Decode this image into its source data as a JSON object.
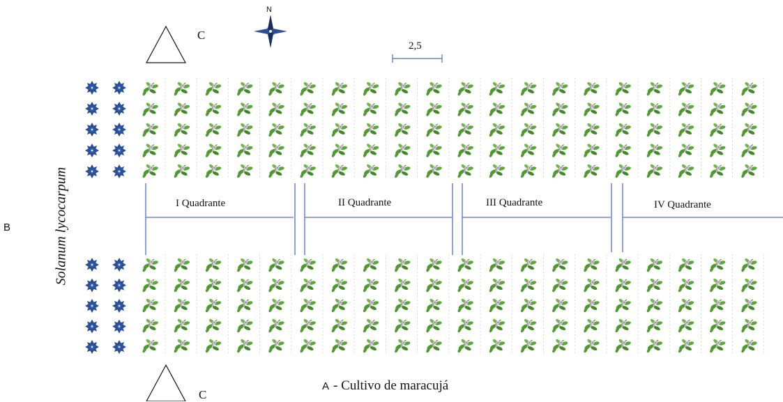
{
  "legend": {
    "north_label": "N",
    "scale_value": "2,5",
    "triangle_label_top": "C",
    "triangle_label_bottom": "C"
  },
  "border_species": {
    "label": "Solanum lycocarpum",
    "letter": "B",
    "icon": "blue-starburst-icon"
  },
  "crop": {
    "letter": "A",
    "label": "- Cultivo de maracujá",
    "icon": "passion-fruit-plant-icon"
  },
  "quadrants": [
    {
      "label": "I Quadrante"
    },
    {
      "label": "II Quadrante"
    },
    {
      "label": "III Quadrante"
    },
    {
      "label": "IV Quadrante"
    }
  ],
  "colors": {
    "divider": "#4a6fbf",
    "star": "#2a4f9a",
    "leaf": "#4f9a2f",
    "flower": "#d9c2e0"
  }
}
